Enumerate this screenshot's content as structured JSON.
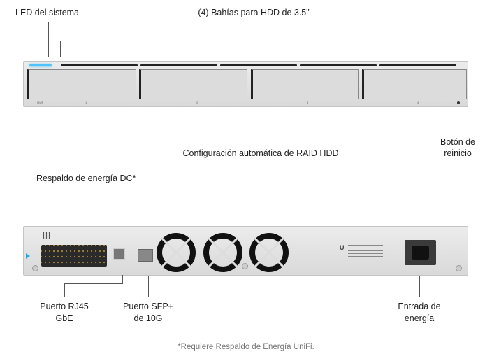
{
  "front": {
    "led_label": "LED del sistema",
    "bays_label": "(4) Bahías para HDD de 3.5\"",
    "raid_label": "Configuración automática de RAID HDD",
    "reset_label_line1": "Botón de",
    "reset_label_line2": "reinicio",
    "bay_numbers": [
      "1",
      "2",
      "3",
      "4"
    ],
    "led_color": "#4fc3f7"
  },
  "back": {
    "dc_label": "Respaldo de energía DC*",
    "rj45_label_line1": "Puerto RJ45",
    "rj45_label_line2": "GbE",
    "sfp_label_line1": "Puerto SFP+",
    "sfp_label_line2": "de 10G",
    "power_label_line1": "Entrada de",
    "power_label_line2": "energía"
  },
  "footnote": "*Requiere Respaldo de Energía UniFi."
}
